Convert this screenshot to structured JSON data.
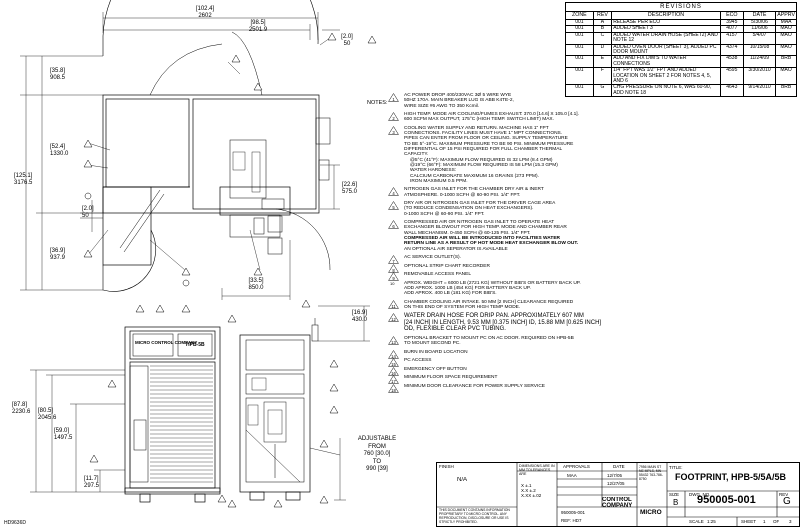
{
  "revisions": {
    "title": "REVISIONS",
    "columns": [
      "ZONE",
      "REV",
      "DESCRIPTION",
      "ECO",
      "DATE",
      "APPRV"
    ],
    "rows": [
      {
        "zone": "001",
        "rev": "A",
        "desc": "RELEASE PER ECO",
        "eco": "3945",
        "date": "5/30/06",
        "apprv": "MAA"
      },
      {
        "zone": "001",
        "rev": "B",
        "desc": "ADDED SHEET 3",
        "eco": "4077",
        "date": "11/6/06",
        "apprv": "MAO"
      },
      {
        "zone": "001",
        "rev": "C",
        "desc": "ADDED WATER DRAIN HOSE (SHEET2) AND NOTE 12",
        "eco": "4157",
        "date": "5/4/07",
        "apprv": "MAO"
      },
      {
        "zone": "001",
        "rev": "D",
        "desc": "ADDED OVEN DOOR (SHEET 3), ADDED PC DOOR MOUNT",
        "eco": "4374",
        "date": "10/15/08",
        "apprv": "MAO"
      },
      {
        "zone": "001",
        "rev": "E",
        "desc": "ADD AND FIX DIM'S TO WATER CONNECTIONS",
        "eco": "4538",
        "date": "11/24/09",
        "apprv": "BRB"
      },
      {
        "zone": "001",
        "rev": "F",
        "desc": "1/4\" FPT WAS 1/2\" FPT AND ADDED LOCATION ON SHEET 2 FOR NOTES 4, 5, AND 6",
        "eco": "4595",
        "date": "3/30/2010",
        "apprv": "MAO"
      },
      {
        "zone": "001",
        "rev": "G",
        "desc": "CHG PRESSURE ON NOTE 6, WAS 60-90, ADD NOTE 18",
        "eco": "4643",
        "date": "9/14/2010",
        "apprv": "BRB"
      }
    ]
  },
  "dimensions": {
    "top_width": "[102.4]",
    "top_width_mm": "2602",
    "top_inner": "[98.5]",
    "top_inner_mm": "2501.9",
    "top_small": "[2.0]",
    "top_small_mm": "50",
    "left_upper": "[35.8]",
    "left_upper_mm": "908.5",
    "left_mid": "[52.4]",
    "left_mid_mm": "1330.0",
    "left_total": "[125.1]",
    "left_total_mm": "3176.5",
    "left_lower": "[36.9]",
    "left_lower_mm": "937.9",
    "mid_small": "[2.0]",
    "mid_small_mm": "50",
    "right_22": "[22.6]",
    "right_22_mm": "575.0",
    "bottom_33": "[33.5]",
    "bottom_33_mm": "850.0",
    "front_16": "[16.9]",
    "front_16_mm": "430.0",
    "front_87": "[87.8]",
    "front_87_mm": "2230.6",
    "front_80": "[80.5]",
    "front_80_mm": "2045.6",
    "front_59": "[59.0]",
    "front_59_mm": "1497.5",
    "front_11": "[11.7]",
    "front_11_mm": "297.5"
  },
  "adjustable": [
    "ADJUSTABLE",
    "FROM",
    "760 [30.0]",
    "TO",
    "990 [39]"
  ],
  "front_labels": {
    "left": "MICRO CONTROL COMPANY",
    "right": "HPB-5B"
  },
  "notes_label": "NOTES:",
  "notes": [
    {
      "num": "1",
      "tri": true,
      "lines": [
        "AC POWER DROP 400/230VAC 3Ø 5 WIRE WYE",
        "50HZ 170A. MAIN BREAKER LUG IS ABB K4TE-2,",
        "WIRE SIZE #6 AWG TO 350 Kcmil."
      ]
    },
    {
      "num": "2",
      "tri": true,
      "lines": [
        "HIGH TEMP. MODE AIR COOLING/FUMES EXHAUST: 370.0 [14.6] X 105.0 [4.1].",
        "600 SCFM MAX OUTPUT, 175°C (HIGH TEMP. SWITCH LIMIT) MAX."
      ]
    },
    {
      "num": "3",
      "tri": true,
      "lines": [
        "COOLING WATER SUPPLY AND RETURN.  MACHINE HAS 1\" FPT",
        "CONNECTIONS. FACILITY LINES MUST HAVE 1\" MPT CONNECTIONS.",
        "PIPES CAN ENTER FROM FLOOR OR CEILING.  SUPPLY TEMPERATURE",
        "TO BE 5°-19°C.  MAXIMUM PRESSURE TO BE 90 PSI.  MINIMUM PRESSURE",
        "DIFFERENTIAL OF 15 PSI REQUIRED FOR FULL CHAMBER THERMAL",
        "CAPACITY."
      ],
      "sub": [
        "@5°C (41°F):  MAXIMUM FLOW REQUIRED IS 32 LPM (8.4 GPM)",
        "@19°C (66°F):  MAXIMUM FLOW REQUIRED IS 58 LPM (15.3 GPM)",
        "WATER HARDNESS:",
        "      CALCIUM CARBONATE MAXIMUM 16 GRAINS (273 PPM).",
        "      IRON MAXIMUM 0.5 PPM."
      ]
    },
    {
      "num": "4",
      "tri": true,
      "lines": [
        "NITROGEN GAS INLET FOR THE CHAMBER DRY AIR & INERT",
        "ATMOSPHERE. 0-1000 SCFH @ 60-90 PSI. 1/4\" FPT."
      ]
    },
    {
      "num": "5",
      "tri": true,
      "lines": [
        "DRY AIR OR NITROGEN GAS INLET FOR THE DRIVER CAGE AREA",
        "(TO REDUCE CONDENSATION ON HEAT EXCHANGERS).",
        "0-1000 SCFH @ 60-90 PSI. 1/4\" FPT."
      ]
    },
    {
      "num": "6",
      "tri": true,
      "lines": [
        "COMPRESSED AIR OR NITROGEN GAS INLET TO OPERATE HEAT",
        "EXCHANGER BLOWOUT FOR HIGH TEMP. MODE AND CHAMBER REAR",
        "WALL MECHANISM. 0-450 SCFH @ 60-125 PSI. 1/4\" FPT."
      ],
      "bold": [
        "COMPRESSED AIR WILL BE INTRODUCED INTO FACILITIES WATER",
        "RETURN LINE AS A RESULT OF HOT MODE HEAT EXCHANGER BLOW OUT."
      ],
      "tail": [
        "AN OPTIONAL AIR SEPERATOR IS AVAILABLE"
      ]
    },
    {
      "num": "7",
      "tri": true,
      "lines": [
        "AC SERVICE OUTLET(S)."
      ]
    },
    {
      "num": "8",
      "tri": true,
      "lines": [
        "OPTIONAL STRIP CHART RECORDER"
      ]
    },
    {
      "num": "9",
      "tri": true,
      "lines": [
        "REMOVABLE ACCESS PANEL"
      ]
    },
    {
      "num": "10",
      "tri": false,
      "lines": [
        "APROX. WEIGHT = 6000 LB (2721 KG) WITHOUT BIB'S OR BATTERY BACK UP.",
        "ADD APROX. 1000 LB (454 KG) FOR BATTERY BACK UP.",
        "ADD APROX. 400 LB (181 KG) FOR BIB'S."
      ]
    },
    {
      "num": "11",
      "tri": true,
      "lines": [
        "CHAMBER COOLING AIR INTAKE.  50 MM [2 INCH] CLEARANCE REQUIRED",
        "ON THIS END OF SYSTEM FOR HIGH TEMP MODE."
      ]
    },
    {
      "num": "12",
      "tri": true,
      "big": true,
      "lines": [
        "WATER DRAIN HOSE FOR DRIP PAN.  APPROXIMATELY 607 MM",
        "[24 INCH] IN LENGTH, 9.53 MM [0.375 INCH] ID, 15.88 MM [0.625 INCH]",
        "OD, FLEXIBLE CLEAR PVC TUBING."
      ]
    },
    {
      "num": "13",
      "tri": true,
      "lines": [
        "OPTIONAL BRACKET TO MOUNT PC ON AC DOOR.  REQUIRED ON HPB-5B",
        "TO MOUNT SECOND PC."
      ]
    },
    {
      "num": "14",
      "tri": true,
      "lines": [
        "BURN IN BOARD LOCATION"
      ]
    },
    {
      "num": "15",
      "tri": true,
      "lines": [
        "PC ACCESS"
      ]
    },
    {
      "num": "16",
      "tri": true,
      "lines": [
        "EMERGENCY OFF BUTTON"
      ]
    },
    {
      "num": "17",
      "tri": true,
      "lines": [
        "MINIMUM FLOOR SPACE REQUIREMENT"
      ]
    },
    {
      "num": "18",
      "tri": true,
      "lines": [
        "MINIMUM DOOR CLEARANCE FOR POWER SUPPLY SERVICE"
      ]
    }
  ],
  "title_block": {
    "finish_label": "FINISH",
    "finish": "N/A",
    "tolerance_text": "DIMENSIONS ARE IN MM TOLERANCES ARE",
    "tol_lines": [
      "X ±.1",
      "X.X ±.2",
      "X.XX ±.02"
    ],
    "approvals_label": "APPROVALS",
    "date_label": "DATE",
    "drawn": "MAA",
    "drawn_date": "12/7/05",
    "checked_date": "12/27/05",
    "dwg_no_short": "950005-001",
    "ref": "REF: HD7",
    "title_label": "TITLE:",
    "title": "FOOTPRINT, HPB-5/5A/5B",
    "size_label": "SIZE",
    "size": "B",
    "dwg_label": "DWG. NO.",
    "dwg_no": "950005-001",
    "rev_label": "REV",
    "rev": "G",
    "scale_label": "SCALE",
    "scale": "1:25",
    "sheet_label": "SHEET",
    "sheet": "1",
    "of": "OF",
    "sheets": "3",
    "company": [
      "MICRO",
      "CONTROL",
      "COMPANY"
    ],
    "address": "7956 MAIN ST NE MPLS, MN 55432 763-786-8750",
    "proprietary": "THIS DOCUMENT CONTAINS INFORMATION PROPRIETARY TO MICRO CONTROL. ANY REPRODUCTION, DISCLOSURE OR USE IS STRICTLY PROHIBITED."
  },
  "corner_label": "HD9636D"
}
